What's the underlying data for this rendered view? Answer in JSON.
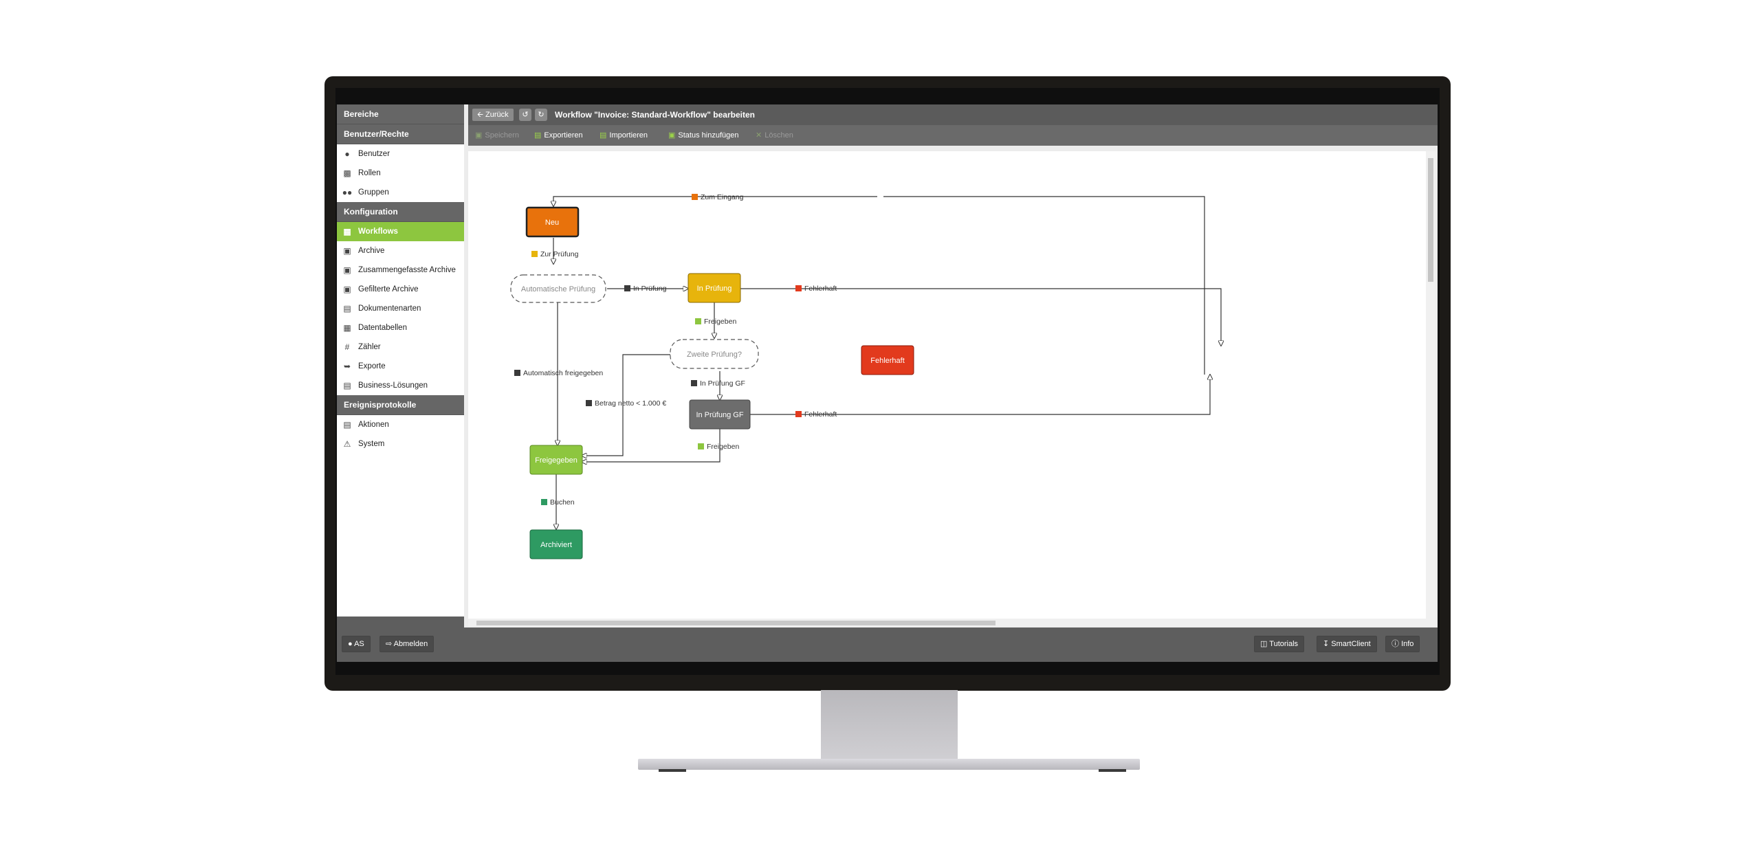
{
  "sidebar": {
    "sections": [
      {
        "title": "Bereiche"
      },
      {
        "title": "Benutzer/Rechte",
        "items": [
          {
            "label": "Benutzer",
            "icon": "user-icon"
          },
          {
            "label": "Rollen",
            "icon": "roles-icon"
          },
          {
            "label": "Gruppen",
            "icon": "group-icon"
          }
        ]
      },
      {
        "title": "Konfiguration",
        "items": [
          {
            "label": "Workflows",
            "icon": "workflow-icon",
            "active": true
          },
          {
            "label": "Archive",
            "icon": "archive-icon"
          },
          {
            "label": "Zusammengefasste Archive",
            "icon": "combined-archive-icon"
          },
          {
            "label": "Gefilterte Archive",
            "icon": "filtered-archive-icon"
          },
          {
            "label": "Dokumentenarten",
            "icon": "document-types-icon"
          },
          {
            "label": "Datentabellen",
            "icon": "table-icon"
          },
          {
            "label": "Zähler",
            "icon": "hash-icon"
          },
          {
            "label": "Exporte",
            "icon": "export-icon"
          },
          {
            "label": "Business-Lösungen",
            "icon": "business-icon"
          }
        ]
      },
      {
        "title": "Ereignisprotokolle",
        "items": [
          {
            "label": "Aktionen",
            "icon": "list-icon"
          },
          {
            "label": "System",
            "icon": "warning-icon"
          }
        ]
      }
    ]
  },
  "header": {
    "back_label": "Zurück",
    "title": "Workflow \"Invoice: Standard-Workflow\" bearbeiten"
  },
  "toolbar": {
    "save": "Speichern",
    "export": "Exportieren",
    "import": "Importieren",
    "add_status": "Status hinzufügen",
    "delete": "Löschen"
  },
  "diagram": {
    "nodes": {
      "neu": "Neu",
      "auto_pruefung": "Automatische Prüfung",
      "in_pruefung": "In Prüfung",
      "zweite_pruefung": "Zweite Prüfung?",
      "fehlerhaft": "Fehlerhaft",
      "in_pruefung_gf": "In Prüfung GF",
      "freigegeben": "Freigegeben",
      "archiviert": "Archiviert"
    },
    "edges": {
      "zum_eingang": "Zum Eingang",
      "zur_pruefung": "Zur Prüfung",
      "in_pruefung": "In Prüfung",
      "fehlerhaft_1": "Fehlerhaft",
      "freigeben_1": "Freigeben",
      "auto_freigegeben": "Automatisch freigegeben",
      "betrag": "Betrag netto < 1.000 €",
      "in_pruefung_gf": "In Prüfung GF",
      "fehlerhaft_2": "Fehlerhaft",
      "freigeben_2": "Freigeben",
      "buchen": "Buchen"
    },
    "colors": {
      "neu": "#e8720c",
      "in_pruefung": "#e7b40c",
      "fehlerhaft": "#e23a1d",
      "in_pruefung_gf": "#6d6d6d",
      "freigegeben": "#8dc63f",
      "archiviert": "#2e9a62",
      "edge_dark": "#3a3a3a",
      "edge_green": "#8dc63f"
    }
  },
  "footer": {
    "user": "AS",
    "logout": "Abmelden",
    "tutorials": "Tutorials",
    "smartclient": "SmartClient",
    "info": "Info"
  }
}
